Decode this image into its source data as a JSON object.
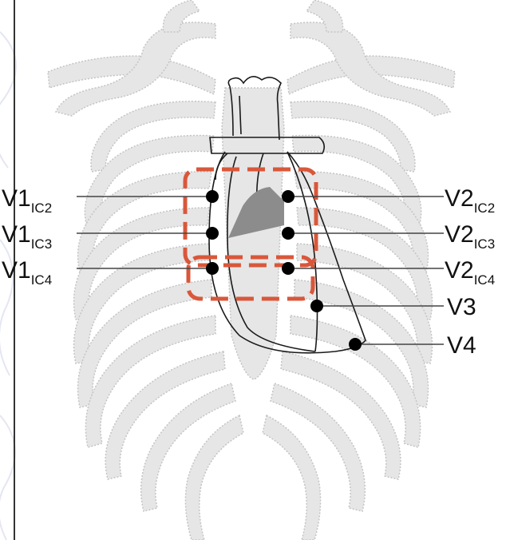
{
  "colors": {
    "bone_fill": "#e6e6e6",
    "bone_stroke": "#bdbdbd",
    "outline": "#1a1a1a",
    "electrode": "#000000",
    "highlight_box": "#d9573a",
    "shaded_region": "#8c8c8c",
    "leader_line": "#444444",
    "background_swirl": "#eef0f8"
  },
  "leads": {
    "v1_ic2": {
      "main": "V1",
      "sub": "IC2"
    },
    "v1_ic3": {
      "main": "V1",
      "sub": "IC3"
    },
    "v1_ic4": {
      "main": "V1",
      "sub": "IC4"
    },
    "v2_ic2": {
      "main": "V2",
      "sub": "IC2"
    },
    "v2_ic3": {
      "main": "V2",
      "sub": "IC3"
    },
    "v2_ic4": {
      "main": "V2",
      "sub": "IC4"
    },
    "v3": {
      "main": "V3",
      "sub": ""
    },
    "v4": {
      "main": "V4",
      "sub": ""
    }
  }
}
